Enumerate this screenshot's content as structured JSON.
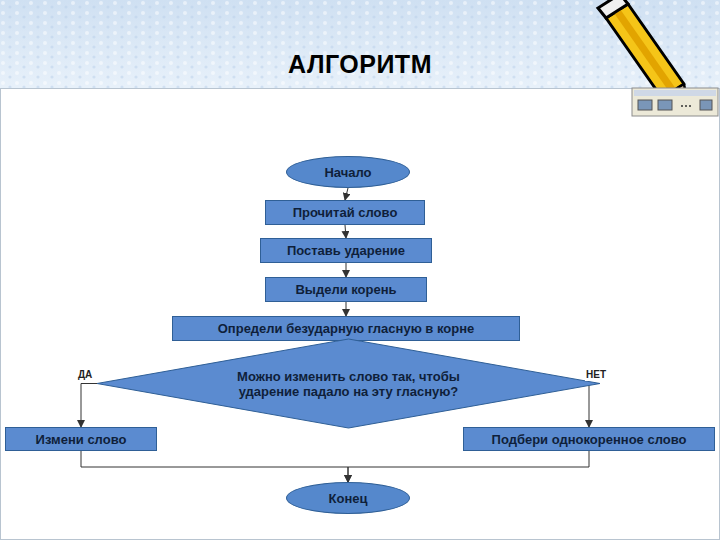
{
  "diagram": {
    "title": "АЛГОРИТМ",
    "nodes": [
      {
        "text": [
          "Начало"
        ]
      },
      {
        "text": [
          "Прочитай слово"
        ]
      },
      {
        "text": [
          "Поставь ударение"
        ]
      },
      {
        "text": [
          "Выдели корень"
        ]
      },
      {
        "text": [
          "Определи безударную гласную в корне"
        ]
      },
      {
        "text": [
          "Можно изменить слово так, чтобы ударение падало на эту гласную?"
        ]
      },
      {
        "text": [
          "Измени слово"
        ]
      },
      {
        "text": [
          "Подбери однокоренное слово"
        ]
      },
      {
        "text": [
          "Конец"
        ]
      }
    ],
    "edges": [
      {
        "from": 0,
        "to": 1,
        "arrow": "to"
      },
      {
        "from": 1,
        "to": 2,
        "arrow": "to"
      },
      {
        "from": 2,
        "to": 3,
        "arrow": "to"
      },
      {
        "from": 3,
        "to": 4,
        "arrow": "to"
      },
      {
        "from": 4,
        "to": 5,
        "arrow": "to"
      },
      {
        "from": 5,
        "to": 6,
        "label": "ДА",
        "arrow": "to"
      },
      {
        "from": 5,
        "to": 7,
        "label": "НЕТ",
        "arrow": "to"
      },
      {
        "from": 6,
        "to": 8,
        "arrow": "to"
      },
      {
        "from": 7,
        "to": 8,
        "arrow": "to"
      }
    ]
  }
}
